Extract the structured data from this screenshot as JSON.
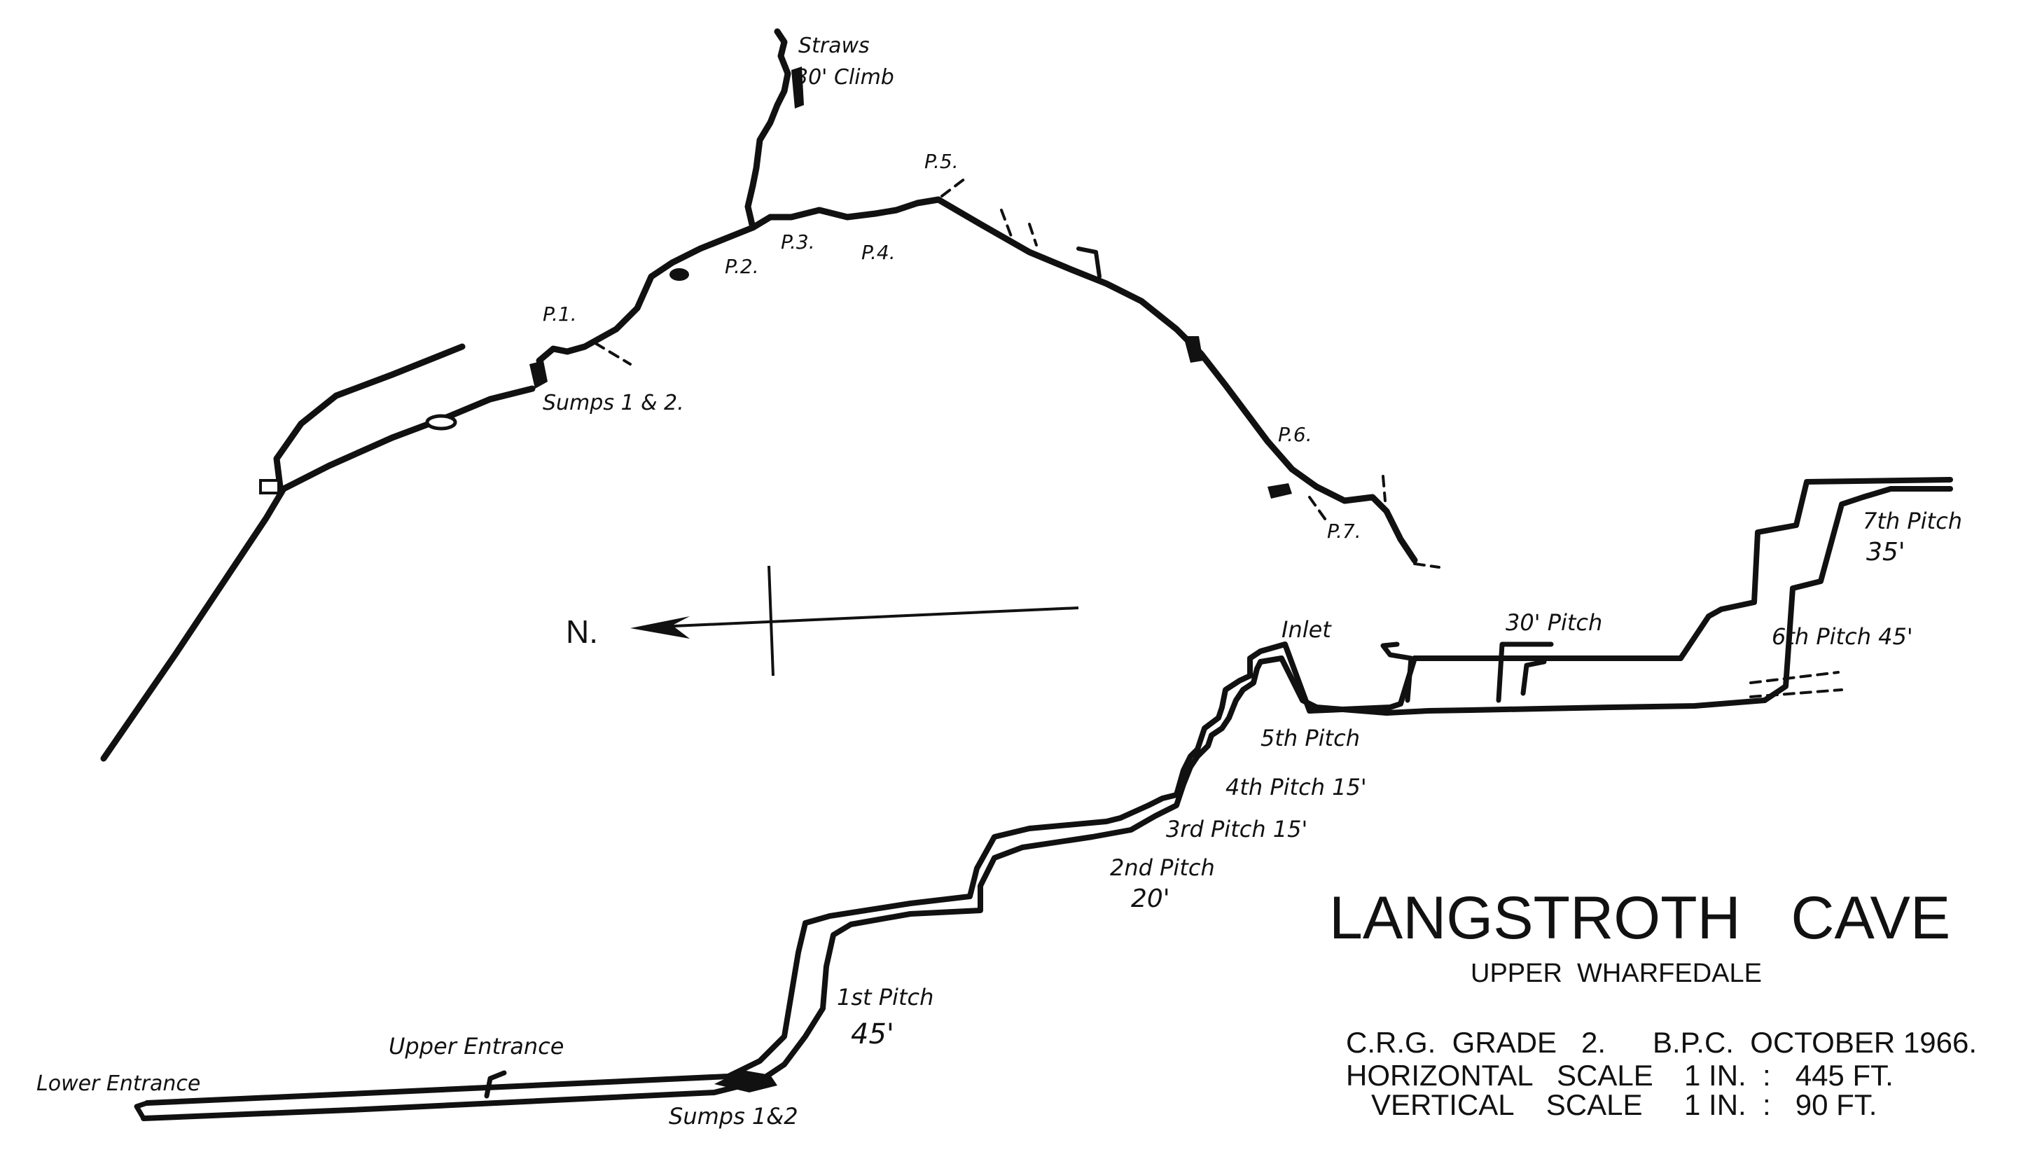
{
  "plan": {
    "labels": {
      "straws": "Straws",
      "climb": "30' Climb",
      "p5": "P.5.",
      "p3": "P.3.",
      "p4": "P.4.",
      "p2": "P.2.",
      "p1": "P.1.",
      "sumps": "Sumps 1 & 2.",
      "p6": "P.6.",
      "p7": "P.7."
    },
    "north_label": "N."
  },
  "section": {
    "labels": {
      "inlet": "Inlet",
      "pitch30": "30' Pitch",
      "pitch7_name": "7th Pitch",
      "pitch7_depth": "35'",
      "pitch6": "6th Pitch  45'",
      "pitch5": "5th Pitch",
      "pitch4": "4th Pitch 15'",
      "pitch3": "3rd Pitch 15'",
      "pitch2_name": "2nd Pitch",
      "pitch2_depth": "20'",
      "pitch1_name": "1st Pitch",
      "pitch1_depth": "45'",
      "upper_entrance": "Upper Entrance",
      "lower_entrance": "Lower Entrance",
      "sumps": "Sumps 1&2"
    }
  },
  "title_block": {
    "title": "LANGSTROTH   CAVE",
    "subtitle": "UPPER  WHARFEDALE",
    "grade_line": {
      "grade": "C.R.G.  GRADE   2.",
      "date": "B.P.C.  OCTOBER 1966."
    },
    "horizontal_scale": {
      "label": "HORIZONTAL   SCALE",
      "value": "1 IN.  :   445 FT."
    },
    "vertical_scale": {
      "label": "VERTICAL    SCALE",
      "value": "1 IN.  :   90 FT."
    }
  }
}
